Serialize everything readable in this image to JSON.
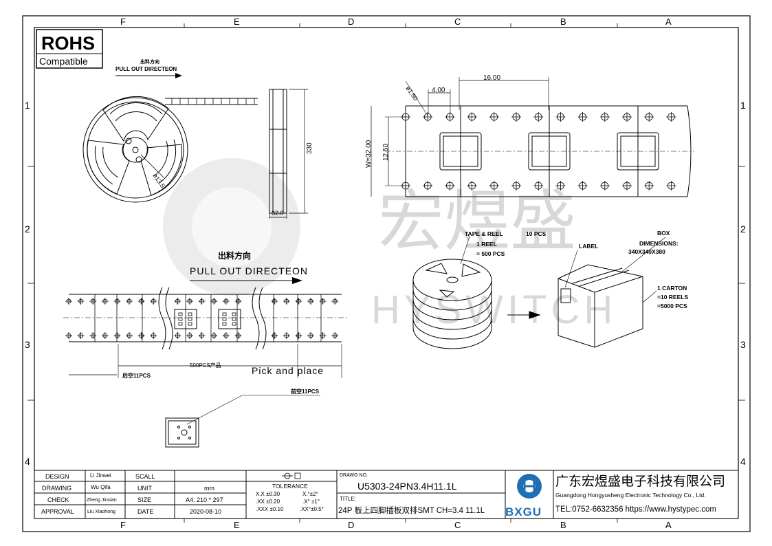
{
  "frame": {
    "col_labels": [
      "F",
      "E",
      "D",
      "C",
      "B",
      "A"
    ],
    "row_labels": [
      "1",
      "2",
      "3",
      "4"
    ]
  },
  "rohs": {
    "title": "ROHS",
    "subtitle": "Compatible"
  },
  "pull_out_small": {
    "cn": "出料方向",
    "en": "PULL OUT DIRECTEON"
  },
  "pull_out_large": {
    "cn": "出料方向",
    "en": "PULL OUT DIRECTEON"
  },
  "reel": {
    "hub_dim": "ø13.5",
    "diameter_dim": "330",
    "width_dim": "32.0"
  },
  "tape": {
    "hole_dim": "ø1.50",
    "pitch_small": "4.00",
    "pitch_large": "16.00",
    "width_dim": "W=32.00",
    "inner_dim": "12.50"
  },
  "packaging": {
    "tape_reel": "TAPE & REEL",
    "tape_reel_pcs": "10 PCS",
    "reel_line1": "1 REEL",
    "reel_line2": "= 500 PCS",
    "label": "LABEL",
    "box": "BOX",
    "dim_title": "DIMENSIONS:",
    "dim_value": "340X340X380",
    "carton_line1": "1 CARTON",
    "carton_line2": "=10 REELS",
    "carton_line3": "=5000 PCS"
  },
  "strip": {
    "tail": "后空11PCS",
    "product": "500PCS产品",
    "pick": "Pick and place",
    "head": "前空11PCS"
  },
  "watermark": {
    "cn": "宏煜盛",
    "en": "HYSWITCH"
  },
  "title_block": {
    "rows": [
      {
        "role": "DESIGN",
        "name": "Li Jinwei",
        "key": "SCALL",
        "value": ""
      },
      {
        "role": "DRAWING",
        "name": "Wu Qifa",
        "key": "UNIT",
        "value": "mm"
      },
      {
        "role": "CHECK",
        "name": "Zheng Jinxian",
        "key": "SIZE",
        "value": "A4: 210 * 297"
      },
      {
        "role": "APPROVAL",
        "name": "Liu Xiaohong",
        "key": "DATE",
        "value": "2020-08-10"
      }
    ],
    "tolerance_title": "TOLERANCE",
    "tolerance_left": [
      "X.X  ±0.30",
      ".XX  ±0.20",
      ".XXX  ±0.10"
    ],
    "tolerance_right": [
      "X.°±2°",
      ".X° ±1°",
      ".XX°±0.5°"
    ],
    "drawing_no_label": "DRAWG NO.",
    "drawing_no": "U5303-24PN3.4H11.1L",
    "title_label": "TITLE:",
    "title": "24P 板上四脚插板双排SMT CH=3.4 11.1L",
    "company_cn": "广东宏煜盛电子科技有限公司",
    "company_en": "Guangdong Hongyusheng Electronic Technology Co., Ltd.",
    "contact": "TEL:0752-6632356  https://www.hystypec.com",
    "logo_text": "BXGU"
  },
  "colors": {
    "line": "#000000",
    "watermark": "#d8d8d8",
    "logo_blue": "#1f6fb5"
  }
}
